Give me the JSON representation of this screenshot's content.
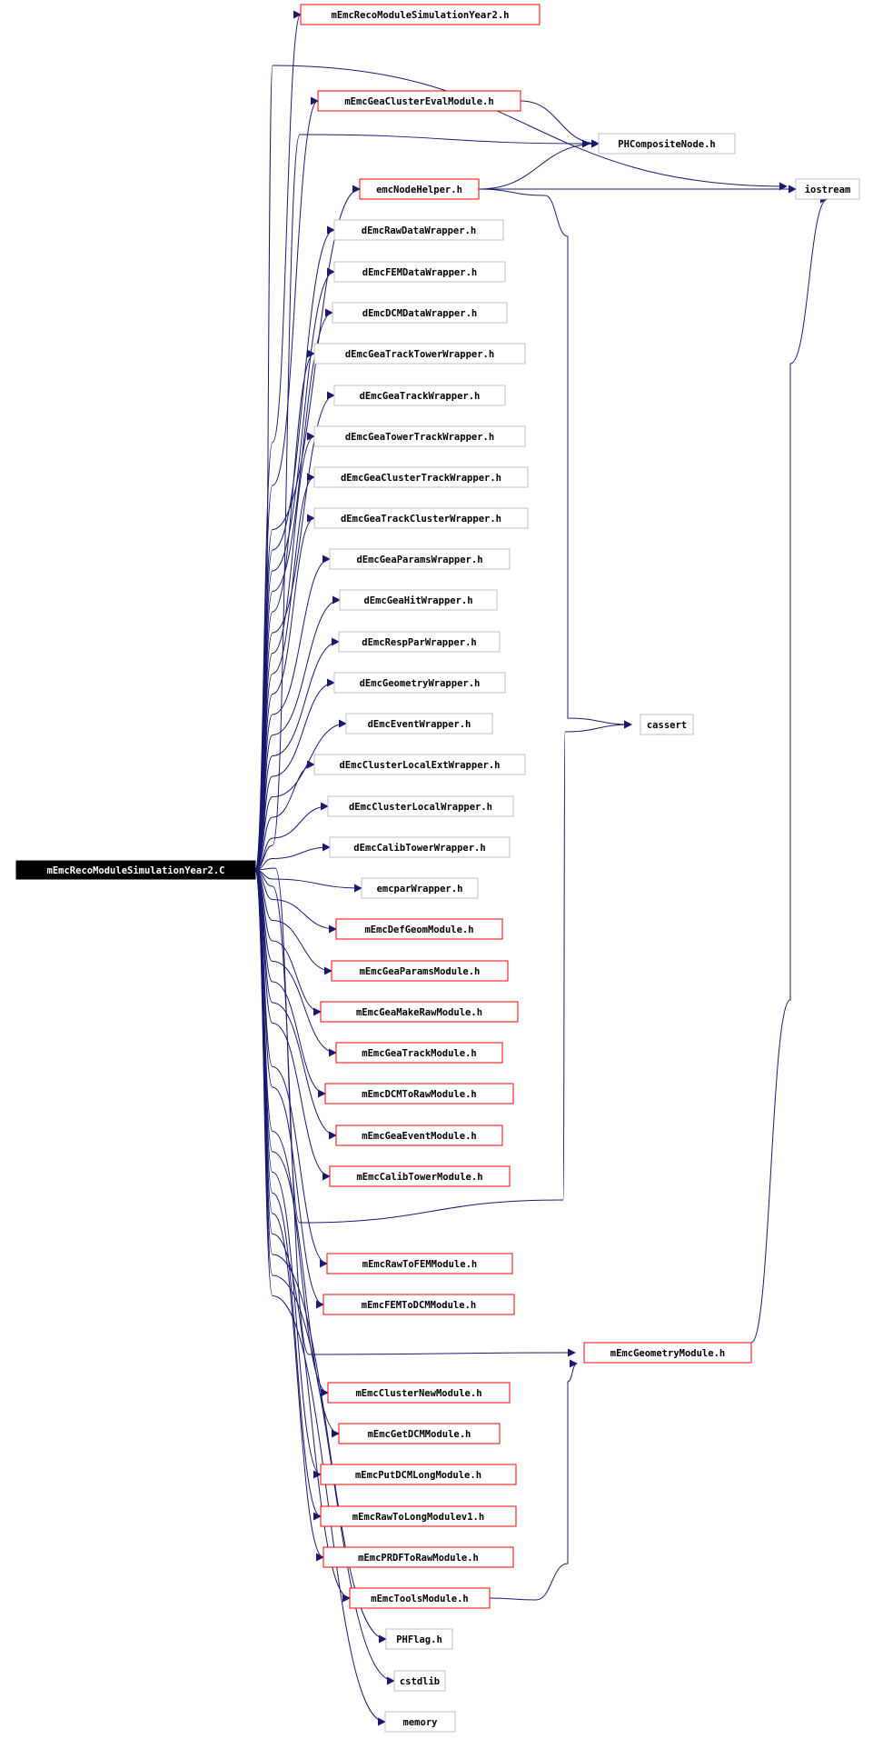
{
  "colors": {
    "edge": "#191970",
    "red_border": "#ff0000",
    "gray_border": "#bfbfbf",
    "root_fill": "#000000",
    "root_text": "#ffffff"
  },
  "root": {
    "label": "mEmcRecoModuleSimulationYear2.C"
  },
  "nodes": [
    {
      "id": "recoh",
      "label": "mEmcRecoModuleSimulationYear2.h",
      "style": "red"
    },
    {
      "id": "clustereval",
      "label": "mEmcGeaClusterEvalModule.h",
      "style": "red"
    },
    {
      "id": "phcomposite",
      "label": "PHCompositeNode.h",
      "style": "gray"
    },
    {
      "id": "iostream",
      "label": "iostream",
      "style": "gray"
    },
    {
      "id": "nodehelper",
      "label": "emcNodeHelper.h",
      "style": "red"
    },
    {
      "id": "rawdata",
      "label": "dEmcRawDataWrapper.h",
      "style": "gray"
    },
    {
      "id": "femdata",
      "label": "dEmcFEMDataWrapper.h",
      "style": "gray"
    },
    {
      "id": "dcmdata",
      "label": "dEmcDCMDataWrapper.h",
      "style": "gray"
    },
    {
      "id": "trktower",
      "label": "dEmcGeaTrackTowerWrapper.h",
      "style": "gray"
    },
    {
      "id": "track",
      "label": "dEmcGeaTrackWrapper.h",
      "style": "gray"
    },
    {
      "id": "towertrk",
      "label": "dEmcGeaTowerTrackWrapper.h",
      "style": "gray"
    },
    {
      "id": "clustertrk",
      "label": "dEmcGeaClusterTrackWrapper.h",
      "style": "gray"
    },
    {
      "id": "trkcluster",
      "label": "dEmcGeaTrackClusterWrapper.h",
      "style": "gray"
    },
    {
      "id": "params",
      "label": "dEmcGeaParamsWrapper.h",
      "style": "gray"
    },
    {
      "id": "hit",
      "label": "dEmcGeaHitWrapper.h",
      "style": "gray"
    },
    {
      "id": "resppar",
      "label": "dEmcRespParWrapper.h",
      "style": "gray"
    },
    {
      "id": "geometry",
      "label": "dEmcGeometryWrapper.h",
      "style": "gray"
    },
    {
      "id": "event",
      "label": "dEmcEventWrapper.h",
      "style": "gray"
    },
    {
      "id": "cassert",
      "label": "cassert",
      "style": "gray"
    },
    {
      "id": "clusterlocalext",
      "label": "dEmcClusterLocalExtWrapper.h",
      "style": "gray"
    },
    {
      "id": "clusterlocal",
      "label": "dEmcClusterLocalWrapper.h",
      "style": "gray"
    },
    {
      "id": "calibtower",
      "label": "dEmcCalibTowerWrapper.h",
      "style": "gray"
    },
    {
      "id": "emcpar",
      "label": "emcparWrapper.h",
      "style": "gray"
    },
    {
      "id": "defgeom",
      "label": "mEmcDefGeomModule.h",
      "style": "red"
    },
    {
      "id": "geaparams",
      "label": "mEmcGeaParamsModule.h",
      "style": "red"
    },
    {
      "id": "makeraw",
      "label": "mEmcGeaMakeRawModule.h",
      "style": "red"
    },
    {
      "id": "geatrack",
      "label": "mEmcGeaTrackModule.h",
      "style": "red"
    },
    {
      "id": "dcmtoraw",
      "label": "mEmcDCMToRawModule.h",
      "style": "red"
    },
    {
      "id": "geaevent",
      "label": "mEmcGeaEventModule.h",
      "style": "red"
    },
    {
      "id": "calibtowermod",
      "label": "mEmcCalibTowerModule.h",
      "style": "red"
    },
    {
      "id": "rawtofem",
      "label": "mEmcRawToFEMModule.h",
      "style": "red"
    },
    {
      "id": "femtodcm",
      "label": "mEmcFEMToDCMModule.h",
      "style": "red"
    },
    {
      "id": "geommod",
      "label": "mEmcGeometryModule.h",
      "style": "red"
    },
    {
      "id": "clusternew",
      "label": "mEmcClusterNewModule.h",
      "style": "red"
    },
    {
      "id": "getdcm",
      "label": "mEmcGetDCMModule.h",
      "style": "red"
    },
    {
      "id": "putdcm",
      "label": "mEmcPutDCMLongModule.h",
      "style": "red"
    },
    {
      "id": "rawtolong",
      "label": "mEmcRawToLongModulev1.h",
      "style": "red"
    },
    {
      "id": "prdftoraw",
      "label": "mEmcPRDFToRawModule.h",
      "style": "red"
    },
    {
      "id": "tools",
      "label": "mEmcToolsModule.h",
      "style": "red"
    },
    {
      "id": "phflag",
      "label": "PHFlag.h",
      "style": "gray"
    },
    {
      "id": "cstdlib",
      "label": "cstdlib",
      "style": "gray"
    },
    {
      "id": "memory",
      "label": "memory",
      "style": "gray"
    }
  ],
  "edges": [
    [
      "root",
      "recoh"
    ],
    [
      "root",
      "clustereval"
    ],
    [
      "root",
      "phcomposite"
    ],
    [
      "root",
      "iostream"
    ],
    [
      "root",
      "nodehelper"
    ],
    [
      "root",
      "rawdata"
    ],
    [
      "root",
      "femdata"
    ],
    [
      "root",
      "dcmdata"
    ],
    [
      "root",
      "trktower"
    ],
    [
      "root",
      "track"
    ],
    [
      "root",
      "towertrk"
    ],
    [
      "root",
      "clustertrk"
    ],
    [
      "root",
      "trkcluster"
    ],
    [
      "root",
      "params"
    ],
    [
      "root",
      "hit"
    ],
    [
      "root",
      "resppar"
    ],
    [
      "root",
      "geometry"
    ],
    [
      "root",
      "event"
    ],
    [
      "root",
      "clusterlocalext"
    ],
    [
      "root",
      "clusterlocal"
    ],
    [
      "root",
      "calibtower"
    ],
    [
      "root",
      "emcpar"
    ],
    [
      "root",
      "defgeom"
    ],
    [
      "root",
      "geaparams"
    ],
    [
      "root",
      "makeraw"
    ],
    [
      "root",
      "geatrack"
    ],
    [
      "root",
      "dcmtoraw"
    ],
    [
      "root",
      "geaevent"
    ],
    [
      "root",
      "calibtowermod"
    ],
    [
      "root",
      "cassert"
    ],
    [
      "root",
      "rawtofem"
    ],
    [
      "root",
      "femtodcm"
    ],
    [
      "root",
      "geommod"
    ],
    [
      "root",
      "clusternew"
    ],
    [
      "root",
      "getdcm"
    ],
    [
      "root",
      "putdcm"
    ],
    [
      "root",
      "rawtolong"
    ],
    [
      "root",
      "prdftoraw"
    ],
    [
      "root",
      "tools"
    ],
    [
      "root",
      "phflag"
    ],
    [
      "root",
      "cstdlib"
    ],
    [
      "root",
      "memory"
    ],
    [
      "clustereval",
      "phcomposite"
    ],
    [
      "nodehelper",
      "phcomposite"
    ],
    [
      "nodehelper",
      "iostream"
    ],
    [
      "nodehelper",
      "cassert"
    ],
    [
      "geommod",
      "iostream"
    ],
    [
      "tools",
      "geommod"
    ]
  ]
}
